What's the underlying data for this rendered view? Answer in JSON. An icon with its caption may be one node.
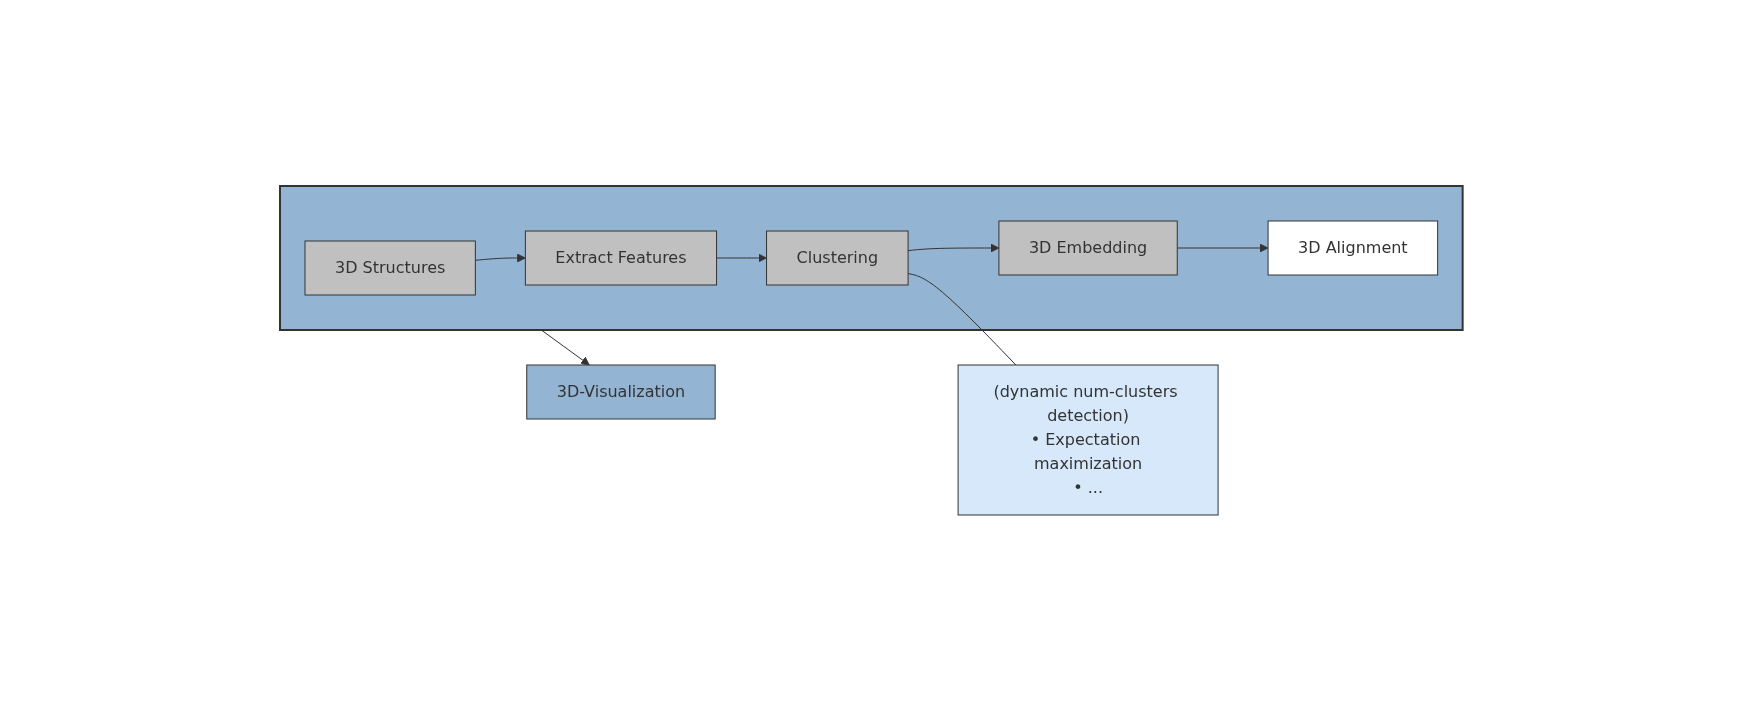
{
  "diagram": {
    "nodes": [
      {
        "text": [],
        "shape": "box"
      },
      {
        "text": [
          "3D Structures"
        ],
        "in": 0
      },
      {
        "text": [
          "Extract Features"
        ],
        "in": 0
      },
      {
        "text": [
          "Clustering"
        ],
        "in": 0
      },
      {
        "text": [
          "3D Embedding"
        ],
        "in": 0
      },
      {
        "text": [
          "3D Alignment"
        ],
        "in": 0
      },
      {
        "text": [
          "(dynamic num-clusters detection)",
          "• Expectation maximization",
          "• ..."
        ]
      },
      {
        "text": [
          "3D-Visualization"
        ]
      }
    ],
    "edges": [
      {
        "from": 1,
        "to": 2,
        "arrow": "to"
      },
      {
        "from": 2,
        "to": 3,
        "arrow": "to"
      },
      {
        "from": 3,
        "to": 4,
        "arrow": "to"
      },
      {
        "from": 4,
        "to": 5,
        "arrow": "to"
      },
      {
        "from": 6,
        "to": 3,
        "arrow": "none"
      },
      {
        "from": 0,
        "to": 7,
        "arrow": "to"
      }
    ]
  }
}
